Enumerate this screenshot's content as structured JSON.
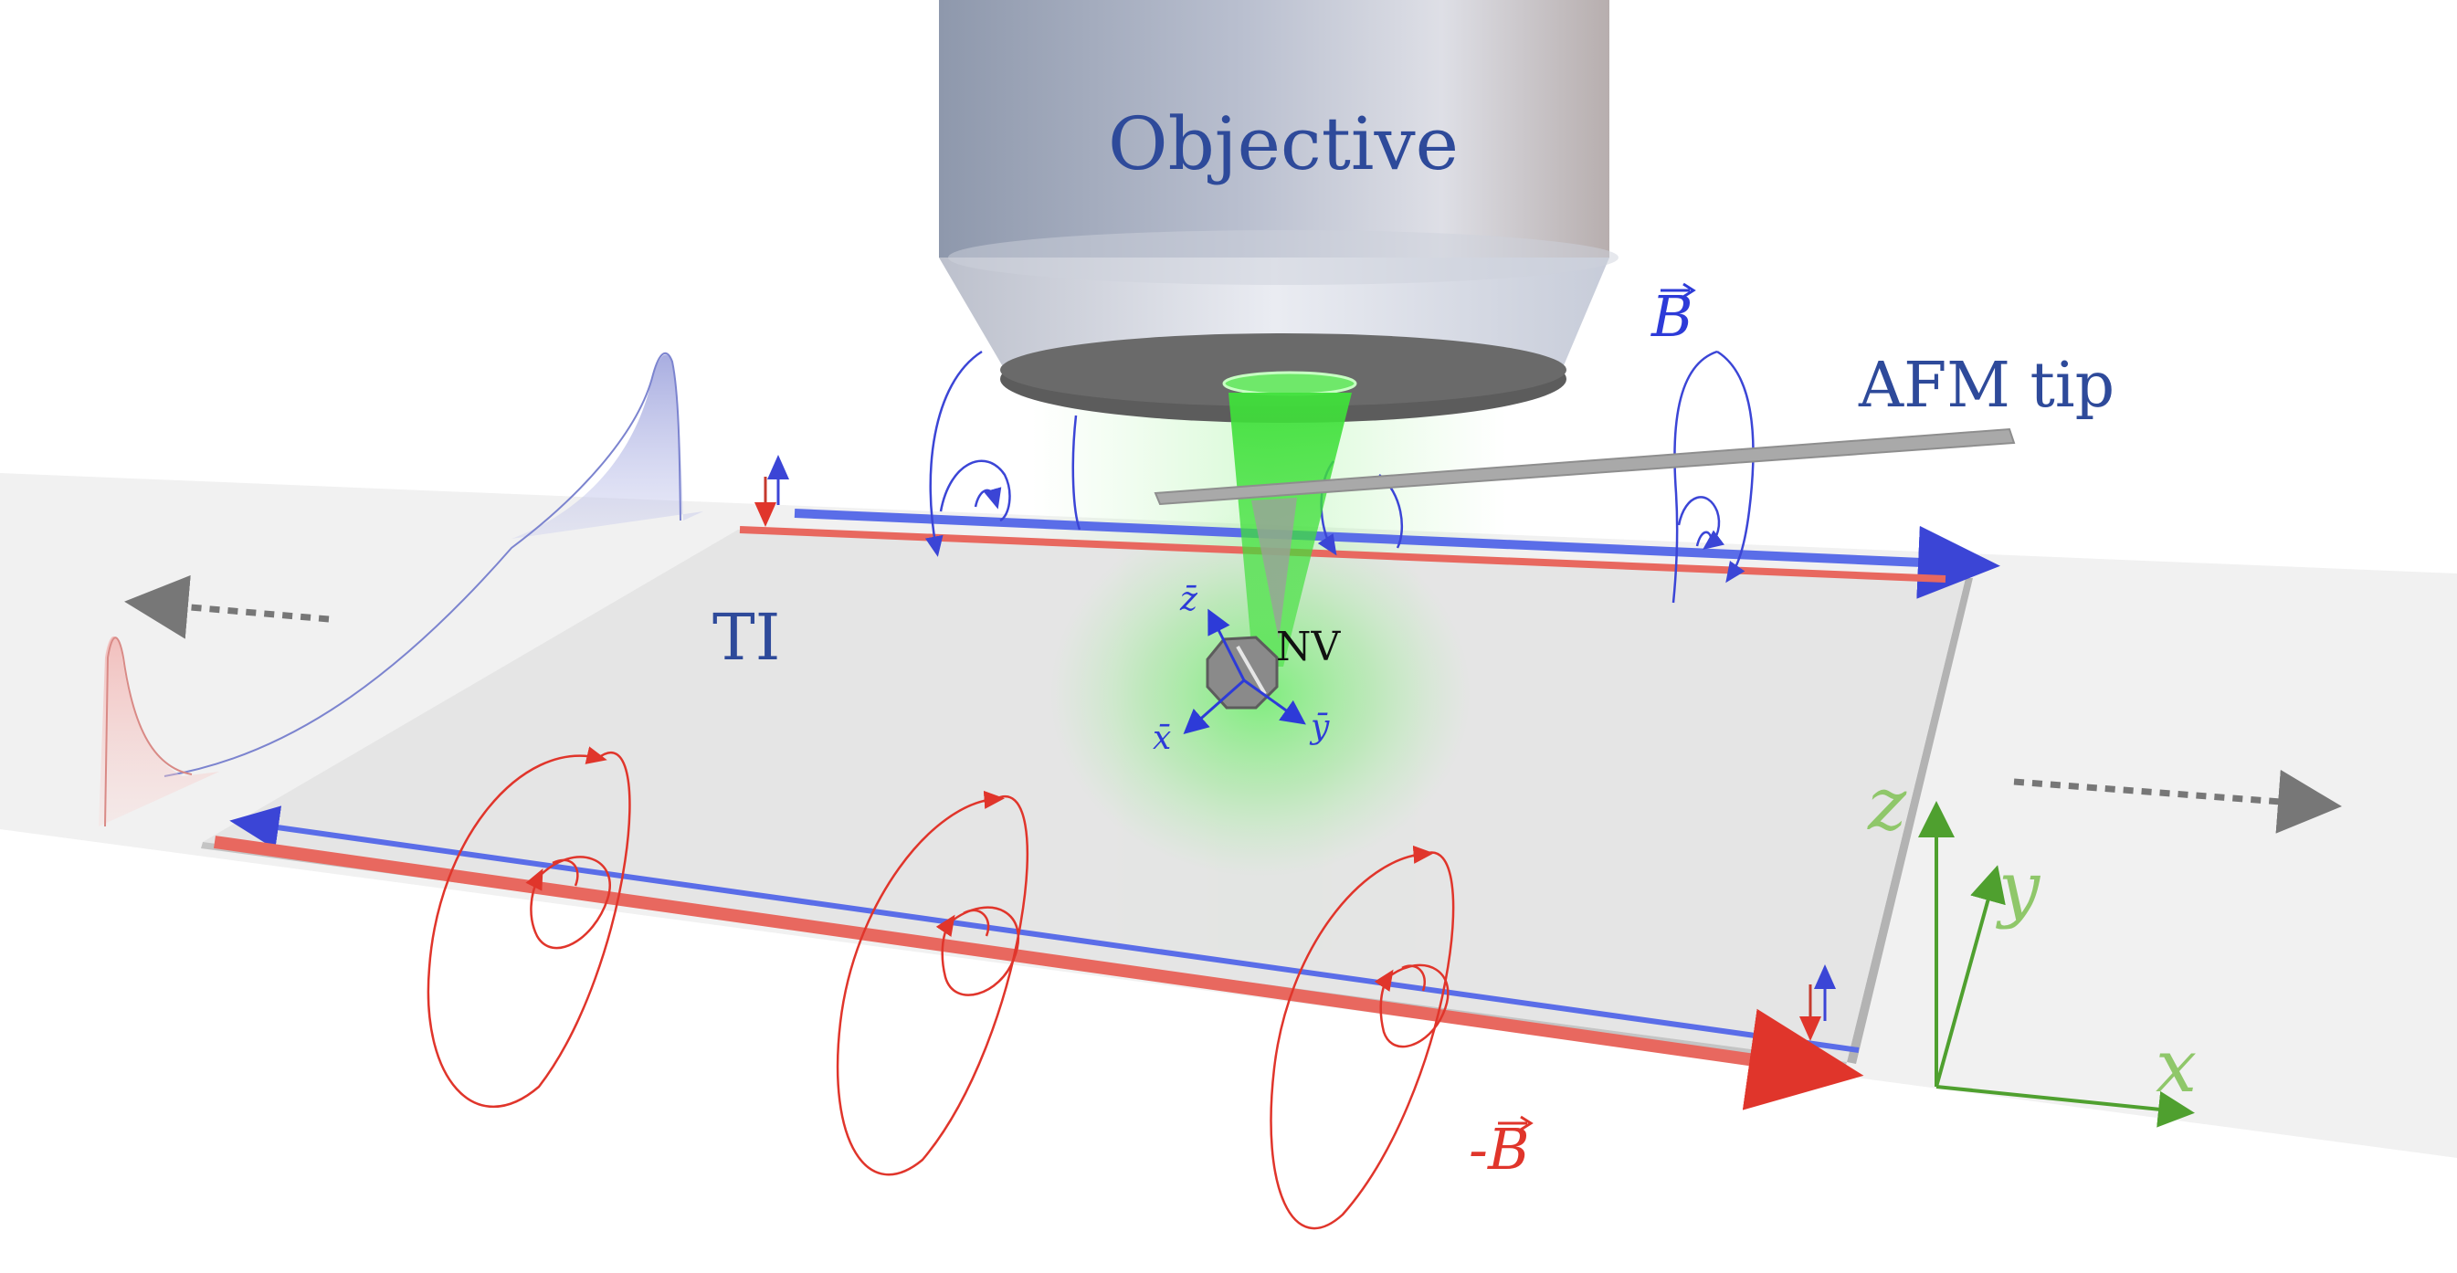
{
  "labels": {
    "objective": "Objective",
    "afm_tip": "AFM tip",
    "ti": "TI",
    "nv": "NV",
    "b_field": "B",
    "neg_b_field": "-B",
    "nv_axis_z": "z̄",
    "nv_axis_x": "x̄",
    "nv_axis_y": "ȳ",
    "axis_x": "x",
    "axis_y": "y",
    "axis_z": "z"
  },
  "colors": {
    "label_blue": "#2e4a9a",
    "edge_blue": "#5a6de8",
    "edge_red": "#e8685f",
    "field_blue": "#3b45d6",
    "field_red": "#e0352b",
    "laser_green": "#3fe03a",
    "axes_green": "#4fa02f",
    "axes_label_green": "#8fc76a",
    "ti_surface": "#e4e4e4",
    "background_strip": "#f2f2f2"
  }
}
